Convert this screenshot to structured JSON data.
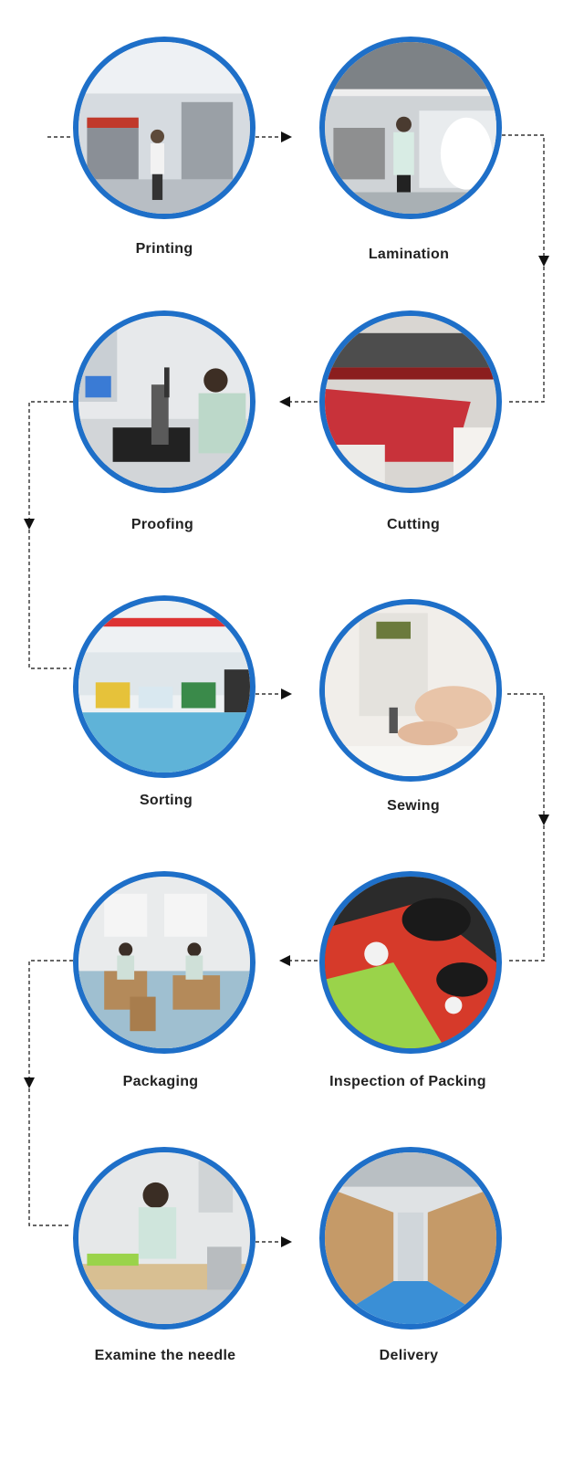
{
  "steps": [
    {
      "label": "Printing"
    },
    {
      "label": "Lamination"
    },
    {
      "label": "Proofing"
    },
    {
      "label": "Cutting"
    },
    {
      "label": "Sorting"
    },
    {
      "label": "Sewing"
    },
    {
      "label": "Packaging"
    },
    {
      "label": "Inspection of Packing"
    },
    {
      "label": "Examine the needle"
    },
    {
      "label": "Delivery"
    }
  ],
  "colors": {
    "ring": "#1e6fc8",
    "connector": "#333333",
    "label": "#222222"
  }
}
